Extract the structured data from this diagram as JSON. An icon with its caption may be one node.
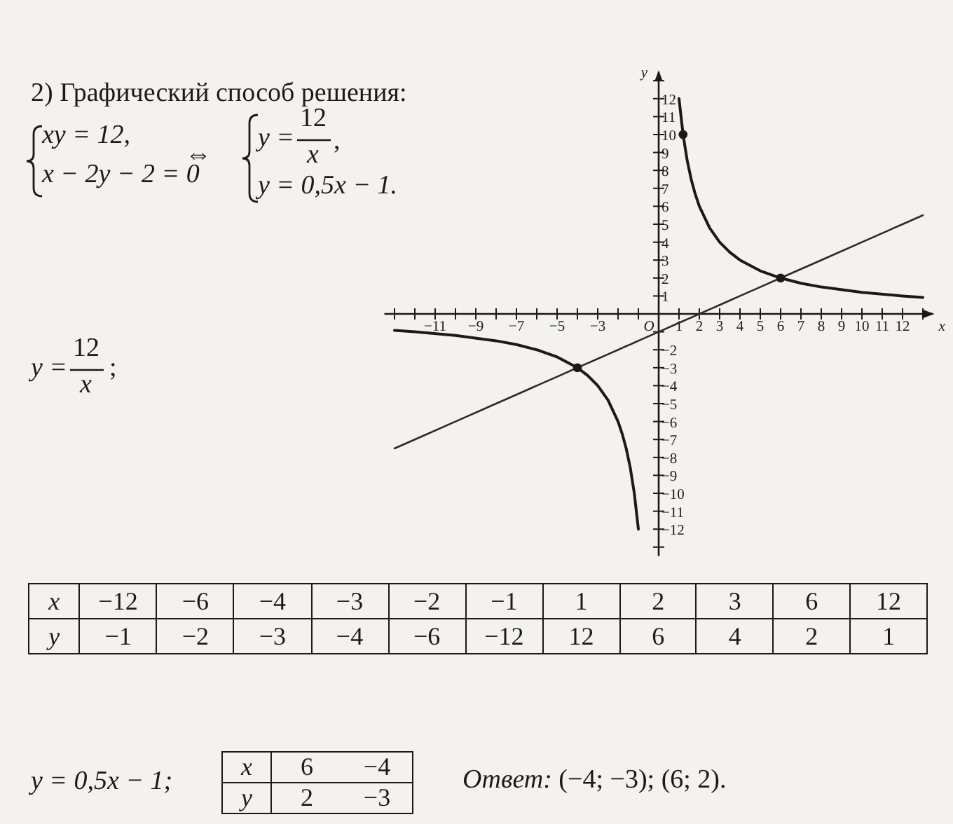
{
  "diagram": {
    "labels": [
      "2) Графический способ решения:",
      "xy = 12,",
      "x − 2y − 2 = 0",
      "⇔",
      "y =",
      "12",
      "x",
      ",",
      "y = 0,5x − 1.",
      "y =",
      "12",
      "x",
      ";",
      "x",
      "−12",
      "−6",
      "−4",
      "−3",
      "−2",
      "−1",
      "1",
      "2",
      "3",
      "6",
      "12",
      "y",
      "−1",
      "−2",
      "−3",
      "−4",
      "−6",
      "−12",
      "12",
      "6",
      "4",
      "2",
      "1",
      "y = 0,5x − 1;",
      "x",
      "6",
      "−4",
      "y",
      "2",
      "−3",
      "*Ответ:* (−4; −3); (6; 2).",
      "O"
    ],
    "chart_data": {
      "type": "line",
      "xlabel": "x",
      "ylabel": "y",
      "x": [
        -13,
        -12,
        -10,
        -8,
        -7,
        -6,
        -5,
        -4,
        -3.5,
        -3,
        -2.5,
        -2,
        -1.8,
        -1.6,
        -1.4,
        -1.2,
        -1,
        0,
        1,
        1.2,
        1.4,
        1.6,
        1.8,
        2,
        2.5,
        3,
        3.5,
        4,
        5,
        6,
        7,
        8,
        10,
        12,
        13
      ],
      "series": [
        {
          "color": "#1a1a1a",
          "values": [
            -0.92,
            -1,
            -1.2,
            -1.5,
            -1.71,
            -2,
            -2.4,
            -3,
            -3.43,
            -4,
            -4.8,
            -6,
            -6.67,
            -7.5,
            -8.57,
            -10,
            -12,
            null,
            12,
            10,
            8.57,
            7.5,
            6.67,
            6,
            4.8,
            4,
            3.43,
            3,
            2.4,
            2,
            1.71,
            1.5,
            1.2,
            1,
            0.92
          ]
        },
        {
          "color": "#2a2a2a",
          "values": [
            -7.5,
            -7,
            -6,
            -5,
            -4.5,
            -4,
            -3.5,
            -3,
            -2.75,
            -2.5,
            -2.25,
            -2,
            -1.9,
            -1.8,
            -1.7,
            -1.6,
            -1.5,
            -1,
            -0.5,
            -0.4,
            -0.3,
            -0.2,
            -0.1,
            0,
            0.25,
            0.5,
            0.75,
            1,
            1.5,
            2,
            2.5,
            3,
            4,
            5,
            5.5
          ]
        },
        {
          "type": "scatter",
          "color": "#1a1a1a",
          "values": [
            null,
            null,
            null,
            null,
            null,
            null,
            null,
            -3,
            null,
            null,
            null,
            null,
            null,
            null,
            null,
            null,
            null,
            null,
            null,
            10,
            null,
            null,
            null,
            null,
            null,
            null,
            null,
            null,
            null,
            2,
            null,
            null,
            null,
            null,
            null
          ]
        }
      ],
      "xlim": [
        -13.5,
        13.5
      ],
      "ylim": [
        -13.5,
        13.5
      ],
      "xticks": [
        {
          "value": -11,
          "label": "−11"
        },
        {
          "value": -9,
          "label": "−9"
        },
        {
          "value": -7,
          "label": "−7"
        },
        {
          "value": -5,
          "label": "−5"
        },
        {
          "value": -3,
          "label": "−3"
        },
        1,
        2,
        3,
        4,
        5,
        6,
        7,
        8,
        9,
        10,
        11,
        12
      ],
      "yticks": [
        1,
        2,
        3,
        4,
        5,
        6,
        7,
        8,
        9,
        10,
        11,
        12,
        {
          "value": -2,
          "label": "−2"
        },
        {
          "value": -3,
          "label": "−3"
        },
        {
          "value": -4,
          "label": "−4"
        },
        {
          "value": -5,
          "label": "−5"
        },
        {
          "value": -6,
          "label": "−6"
        },
        {
          "value": -7,
          "label": "−7"
        },
        {
          "value": -8,
          "label": "−8"
        },
        {
          "value": -9,
          "label": "−9"
        },
        {
          "value": -10,
          "label": "−10"
        },
        {
          "value": -11,
          "label": "−11"
        },
        {
          "value": -12,
          "label": "−12"
        }
      ]
    }
  }
}
